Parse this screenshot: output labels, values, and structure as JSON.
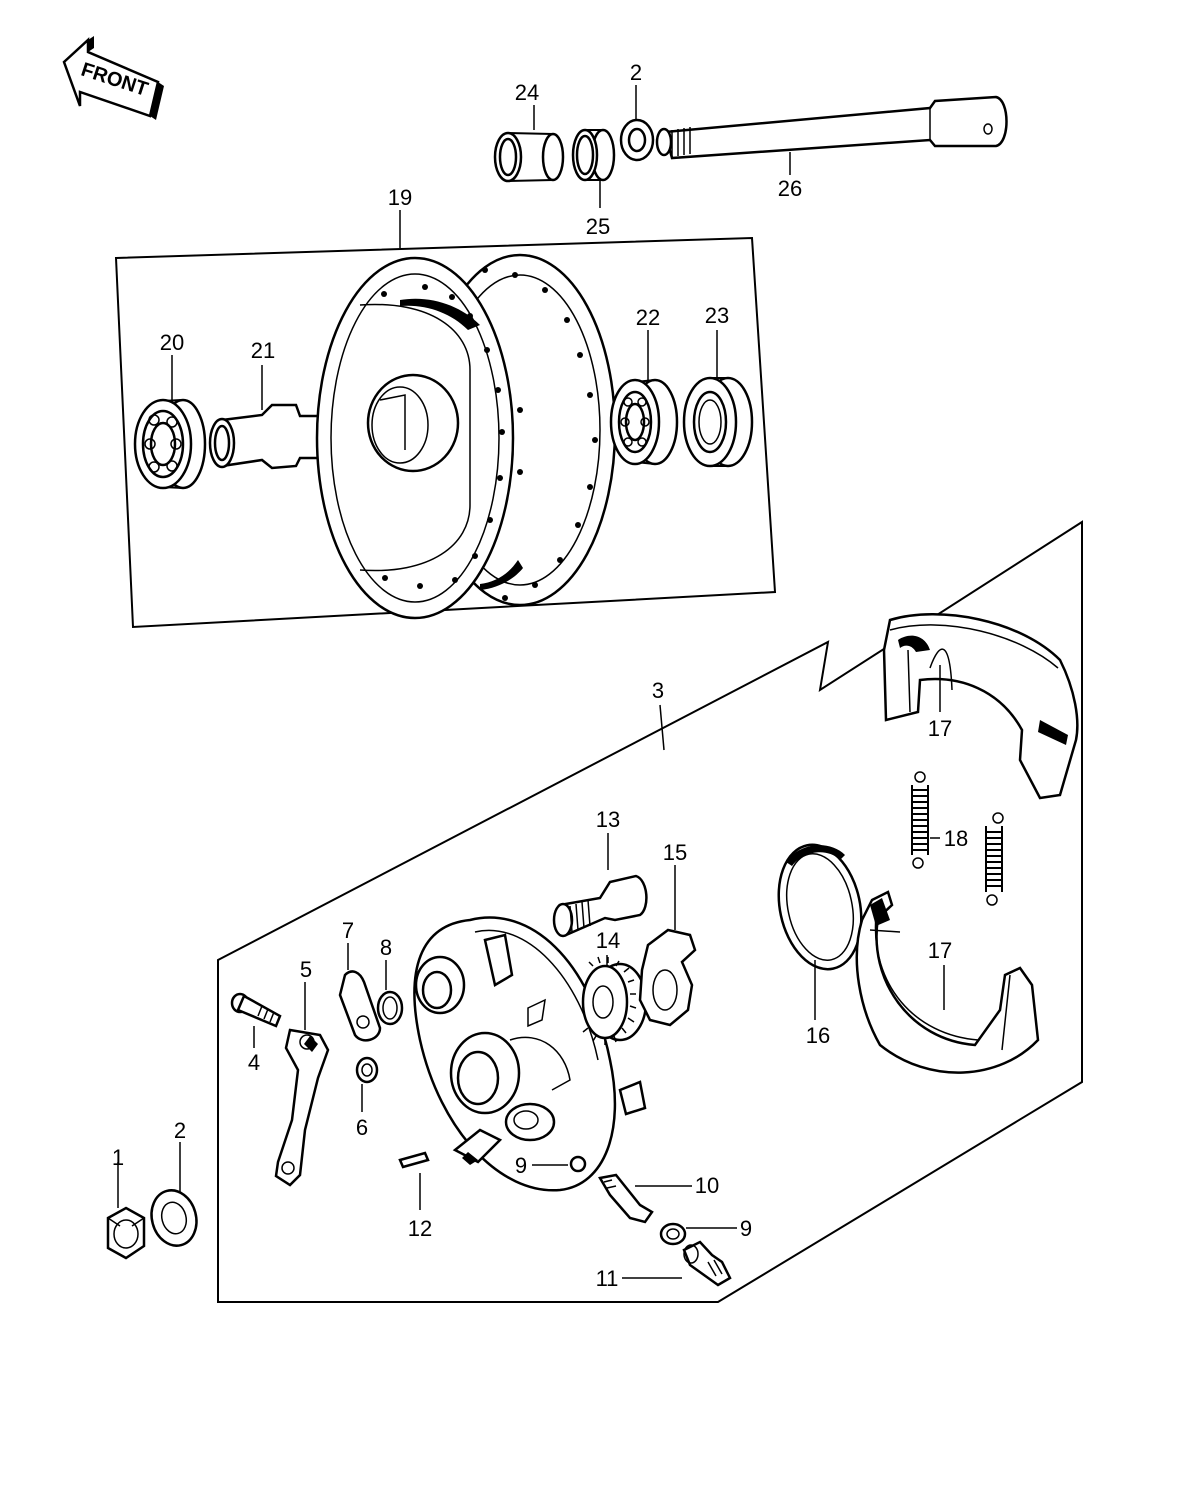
{
  "front_label": "FRONT",
  "callouts": {
    "c1": "1",
    "c2a": "2",
    "c2b": "2",
    "c3": "3",
    "c4": "4",
    "c5": "5",
    "c6": "6",
    "c7": "7",
    "c8": "8",
    "c9a": "9",
    "c9b": "9",
    "c10": "10",
    "c11": "11",
    "c12": "12",
    "c13": "13",
    "c14": "14",
    "c15": "15",
    "c16": "16",
    "c17a": "17",
    "c17b": "17",
    "c18": "18",
    "c19": "19",
    "c20": "20",
    "c21": "21",
    "c22": "22",
    "c23": "23",
    "c24": "24",
    "c25": "25",
    "c26": "26"
  }
}
